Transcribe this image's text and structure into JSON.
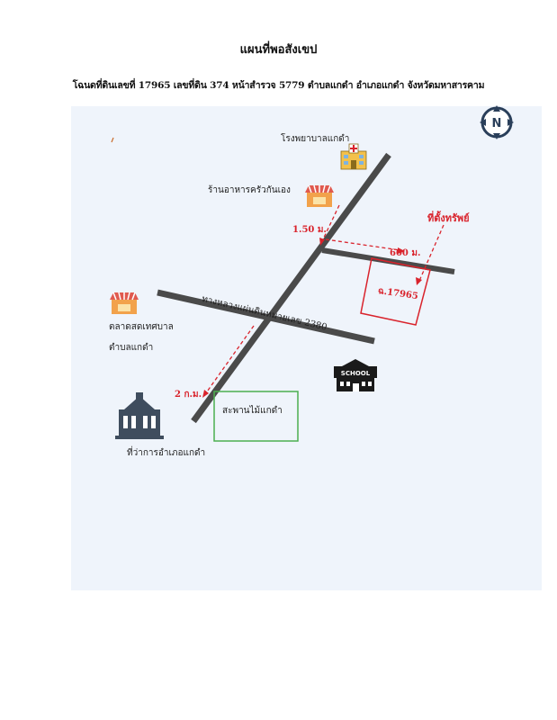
{
  "title": "แผนที่พอสังเขป",
  "subtitle": "โฉนดที่ดินเลขที่ 17965 เลขที่ดิน 374  หน้าสำรวจ  5779  ตำบลแกดำ อำเภอแกดำ จังหวัดมหาสารคาม",
  "compass": {
    "letter": "N"
  },
  "landmarks": {
    "hospital": "โรงพยาบาลแกดำ",
    "restaurant": "ร้านอาหารครัวกันเอง",
    "market_line1": "ตลาดสดเทศบาล",
    "market_line2": "ตำบลแกดำ",
    "district_office": "ที่ว่าการอำเภอแกดำ",
    "bridge": "สะพานไม้แกดำ",
    "school_sign": "SCHOOL"
  },
  "roads": {
    "highway": "ทางหลวงแผ่นดินหมายเลข 2380"
  },
  "property": {
    "deed_label": "ฉ.17965",
    "location_label": "ที่ตั้งทรัพย์",
    "dist_to_junction": "1.50 ม.",
    "dist_side_road": "600 ม.",
    "dist_to_office": "2 ก.ม."
  },
  "colors": {
    "road": "#4a4a4a",
    "accent_red": "#d9232c",
    "bridge_box": "#4caf50",
    "map_bg": "#eff4fb"
  }
}
